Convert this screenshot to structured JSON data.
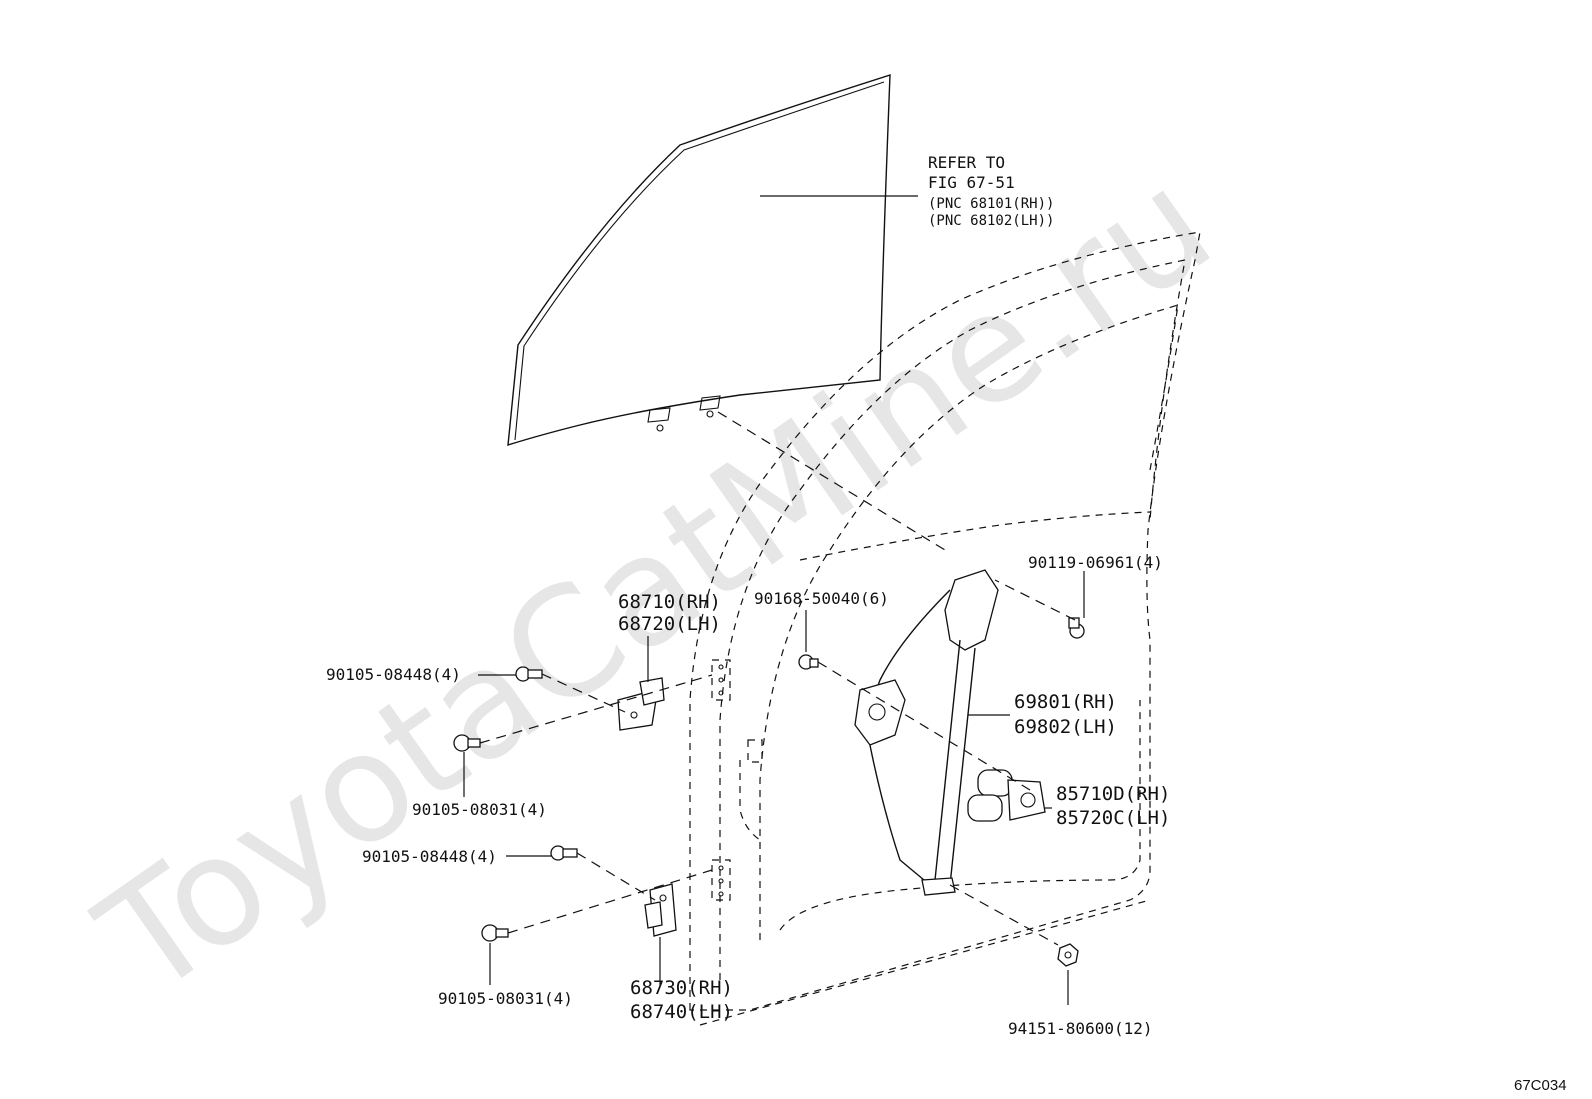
{
  "watermark": "ToyotaCatMine.ru",
  "figure_code": "67C034",
  "refer_note": {
    "line1": "REFER TO",
    "line2": "FIG 67-51",
    "line3": "(PNC 68101(RH))",
    "line4": "(PNC 68102(LH))"
  },
  "labels": {
    "bolt_90119": "90119-06961(4)",
    "bolt_90168": "90168-50040(6)",
    "hinge_upper_rh": "68710(RH)",
    "hinge_upper_lh": "68720(LH)",
    "bolt_upper_08448": "90105-08448(4)",
    "bolt_upper_08031": "90105-08031(4)",
    "regulator_rh": "69801(RH)",
    "regulator_lh": "69802(LH)",
    "motor_rh": "85710D(RH)",
    "motor_lh": "85720C(LH)",
    "bolt_lower_08448": "90105-08448(4)",
    "bolt_lower_08031": "90105-08031(4)",
    "hinge_lower_rh": "68730(RH)",
    "hinge_lower_lh": "68740(LH)",
    "nut_94151": "94151-80600(12)"
  }
}
